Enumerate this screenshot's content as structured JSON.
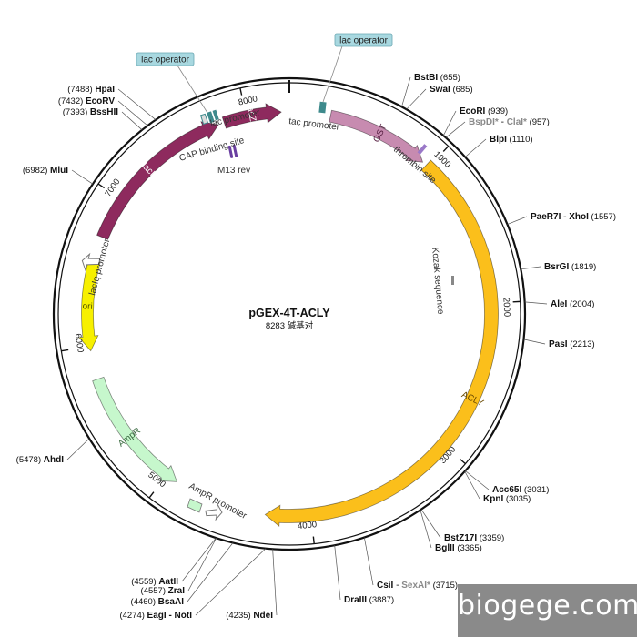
{
  "plasmid": {
    "name": "pGEX-4T-ACLY",
    "length_bp": 8283,
    "length_label": "8283 碱基对"
  },
  "sites": [
    {
      "name": "BstBI",
      "pos": 655,
      "pos_label": "(655)"
    },
    {
      "name": "SwaI",
      "pos": 685,
      "pos_label": "(685)"
    },
    {
      "name": "EcoRI",
      "pos": 939,
      "pos_label": "(939)"
    },
    {
      "name": "BspDI* - ClaI*",
      "part1": "BspDI*",
      "sep": " - ",
      "part2": "ClaI*",
      "pos": 957,
      "pos_label": "(957)"
    },
    {
      "name": "BlpI",
      "pos": 1110,
      "pos_label": "(1110)"
    },
    {
      "name": "PaeR7I - XhoI",
      "pos": 1557,
      "pos_label": "(1557)"
    },
    {
      "name": "BsrGI",
      "pos": 1819,
      "pos_label": "(1819)"
    },
    {
      "name": "AleI",
      "pos": 2004,
      "pos_label": "(2004)"
    },
    {
      "name": "PasI",
      "pos": 2213,
      "pos_label": "(2213)"
    },
    {
      "name": "Acc65I",
      "pos": 3031,
      "pos_label": "(3031)"
    },
    {
      "name": "KpnI",
      "pos": 3035,
      "pos_label": "(3035)"
    },
    {
      "name": "BstZ17I",
      "pos": 3359,
      "pos_label": "(3359)"
    },
    {
      "name": "BglII",
      "pos": 3365,
      "pos_label": "(3365)"
    },
    {
      "name": "CsiI - SexAI*",
      "part1": "CsiI",
      "sep": " - ",
      "part2": "SexAI*",
      "pos": 3715,
      "pos_label": "(3715)"
    },
    {
      "name": "DraIII",
      "pos": 3887,
      "pos_label": "(3887)"
    },
    {
      "name": "NdeI",
      "pos": 4235,
      "pos_label": "(4235)"
    },
    {
      "name": "EagI - NotI",
      "pos": 4274,
      "pos_label": "(4274)"
    },
    {
      "name": "BsaAI",
      "pos": 4460,
      "pos_label": "(4460)"
    },
    {
      "name": "ZraI",
      "pos": 4557,
      "pos_label": "(4557)"
    },
    {
      "name": "AatII",
      "pos": 4559,
      "pos_label": "(4559)"
    },
    {
      "name": "AhdI",
      "pos": 5478,
      "pos_label": "(5478)"
    },
    {
      "name": "MluI",
      "pos": 6982,
      "pos_label": "(6982)"
    },
    {
      "name": "BssHII",
      "pos": 7393,
      "pos_label": "(7393)"
    },
    {
      "name": "EcoRV",
      "pos": 7432,
      "pos_label": "(7432)"
    },
    {
      "name": "HpaI",
      "pos": 7488,
      "pos_label": "(7488)"
    }
  ],
  "ticks": [
    {
      "label": "1000",
      "pos": 1000
    },
    {
      "label": "2000",
      "pos": 2000
    },
    {
      "label": "3000",
      "pos": 3000
    },
    {
      "label": "4000",
      "pos": 4000
    },
    {
      "label": "5000",
      "pos": 5000
    },
    {
      "label": "6000",
      "pos": 6000
    },
    {
      "label": "7000",
      "pos": 7000
    },
    {
      "label": "8000",
      "pos": 8000
    }
  ],
  "features": [
    {
      "name": "GST",
      "start": 270,
      "end": 950,
      "color": "#c78bb0"
    },
    {
      "name": "ACLY",
      "start": 980,
      "end": 4300,
      "color": "#fbbf1b"
    },
    {
      "name": "AmpR",
      "start": 4920,
      "end": 5780,
      "color": "#c6f7cc"
    },
    {
      "name": "ori",
      "start": 5970,
      "end": 6560,
      "color": "#f7f000"
    },
    {
      "name": "lacI",
      "start": 6725,
      "end": 7810,
      "color": "#8e2a5e"
    },
    {
      "name": "lacZα",
      "start": 7850,
      "end": 8230,
      "color": "#8e2a5e"
    }
  ],
  "labels": {
    "tac_promoter": "tac promoter",
    "thrombin_site": "thrombin site",
    "kozak": "Kozak sequence",
    "lac_promoter": "lac promoter",
    "cap_site": "CAP binding site",
    "m13_rev": "M13 rev",
    "laciq_promoter": "lacIq promoter",
    "ampr_promoter": "AmpR promoter",
    "lac_operator_1": "lac operator",
    "lac_operator_2": "lac operator"
  },
  "colors": {
    "backbone": "#111111",
    "operator_box": "#a8d8e0",
    "teal_marker": "#3e8a8c",
    "m13_marker": "#6a3fa0"
  },
  "watermark": "biogege.com"
}
